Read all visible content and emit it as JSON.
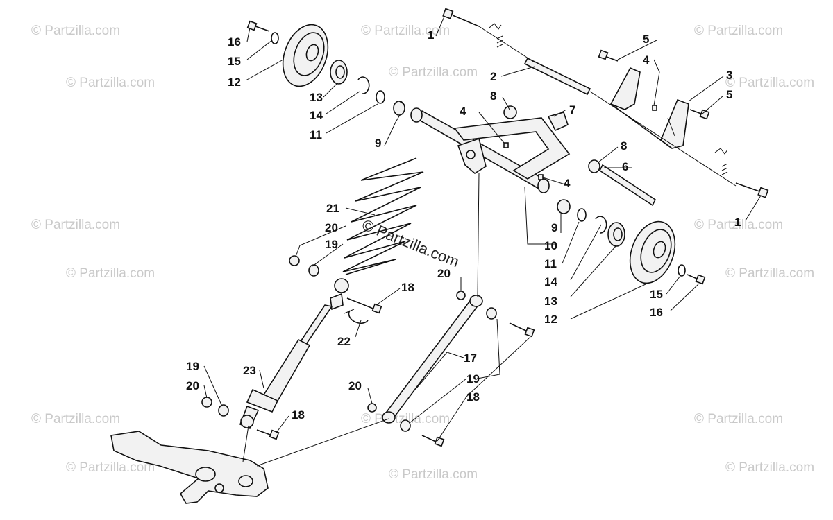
{
  "watermark": {
    "text": "© Partzilla.com"
  },
  "callouts": [
    {
      "num": "1"
    },
    {
      "num": "2"
    },
    {
      "num": "3"
    },
    {
      "num": "4"
    },
    {
      "num": "5"
    },
    {
      "num": "6"
    },
    {
      "num": "7"
    },
    {
      "num": "8"
    },
    {
      "num": "9"
    },
    {
      "num": "10"
    },
    {
      "num": "11"
    },
    {
      "num": "12"
    },
    {
      "num": "13"
    },
    {
      "num": "14"
    },
    {
      "num": "15"
    },
    {
      "num": "16"
    },
    {
      "num": "17"
    },
    {
      "num": "18"
    },
    {
      "num": "19"
    },
    {
      "num": "20"
    },
    {
      "num": "21"
    },
    {
      "num": "22"
    },
    {
      "num": "23"
    }
  ]
}
